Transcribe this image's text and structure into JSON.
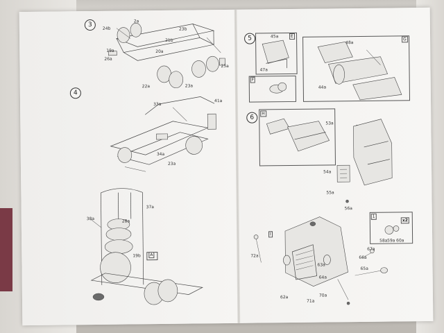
{
  "steps": [
    {
      "number": "3"
    },
    {
      "number": "4"
    },
    {
      "number": "5"
    },
    {
      "number": "6"
    }
  ],
  "boxes": {
    "step5_e": "E",
    "step5_f": "F",
    "step5_g": "G",
    "step6_h_left": "H",
    "step6_h_right": "H",
    "step6_x2_label": "x2",
    "step6_one": "1",
    "step6_i_left": "I",
    "step6_i_right": "I",
    "step4_a": "A"
  },
  "part_labels": {
    "s3_a": "24b",
    "s3_b": "2a",
    "s3_c": "19a",
    "s3_d": "26a",
    "s3_e": "23b",
    "s3_f": "21b",
    "s3_g": "20a",
    "s3_h": "25a",
    "s3_i": "23a",
    "s3_j": "22a",
    "s4_a": "41a",
    "s4_b": "33a",
    "s4_c": "34a",
    "s4_d": "23a",
    "s4_e": "38a",
    "s4_f": "19b",
    "s4_g": "37a",
    "s4_h": "28a",
    "s5_a": "45a",
    "s5_b": "47a",
    "s5_c": "48a",
    "s5_d": "44a",
    "s6_a": "53a",
    "s6_b": "54a",
    "s6_c": "55a",
    "s6_d": "56a",
    "s6_e": "58a",
    "s6_f": "59a",
    "s6_g": "60a",
    "s6_h": "62a",
    "s6_i": "63a",
    "s6_j": "64a",
    "s6_k": "65a",
    "s6_l": "66a",
    "s6_m": "67a",
    "s6_n": "70a",
    "s6_o": "71a",
    "s6_p": "72a"
  }
}
